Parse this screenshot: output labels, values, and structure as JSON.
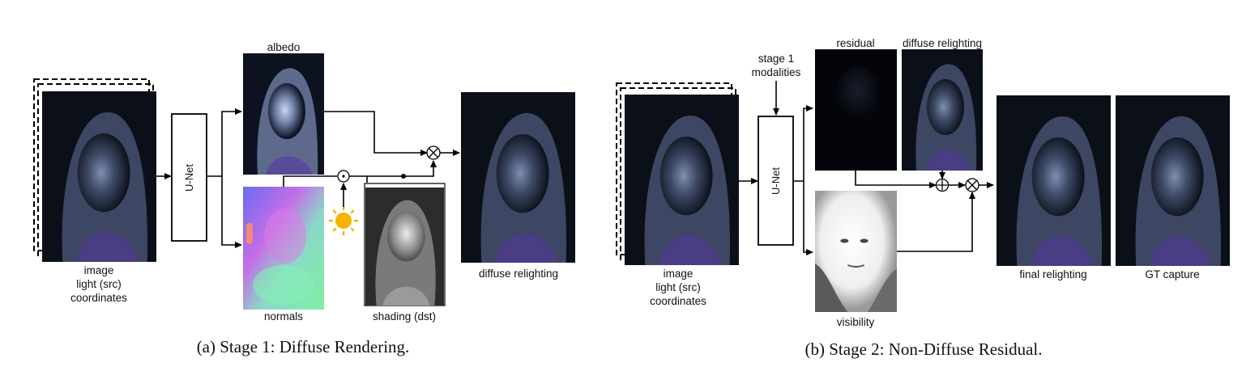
{
  "stage1": {
    "input_labels": [
      "image",
      "light (src)",
      "coordinates"
    ],
    "unet_label": "U-Net",
    "albedo_label": "albedo",
    "normals_label": "normals",
    "shading_label": "shading (dst)",
    "output_label": "diffuse relighting",
    "dot_op": "⊙",
    "mul_op": "⊗",
    "caption": "(a) Stage 1: Diffuse Rendering."
  },
  "stage2": {
    "input_labels": [
      "image",
      "light (src)",
      "coordinates"
    ],
    "modalities_label": [
      "stage 1",
      "modalities"
    ],
    "unet_label": "U-Net",
    "residual_label": "residual",
    "diffuse_label": "diffuse relighting",
    "visibility_label": "visibility",
    "add_op": "⊕",
    "mul_op": "⊗",
    "final_label": "final relighting",
    "gt_label": "GT capture",
    "caption": "(b) Stage 2: Non-Diffuse Residual."
  },
  "colors": {
    "photo_bg": "#0b0f18",
    "sun": "#f5b400"
  }
}
